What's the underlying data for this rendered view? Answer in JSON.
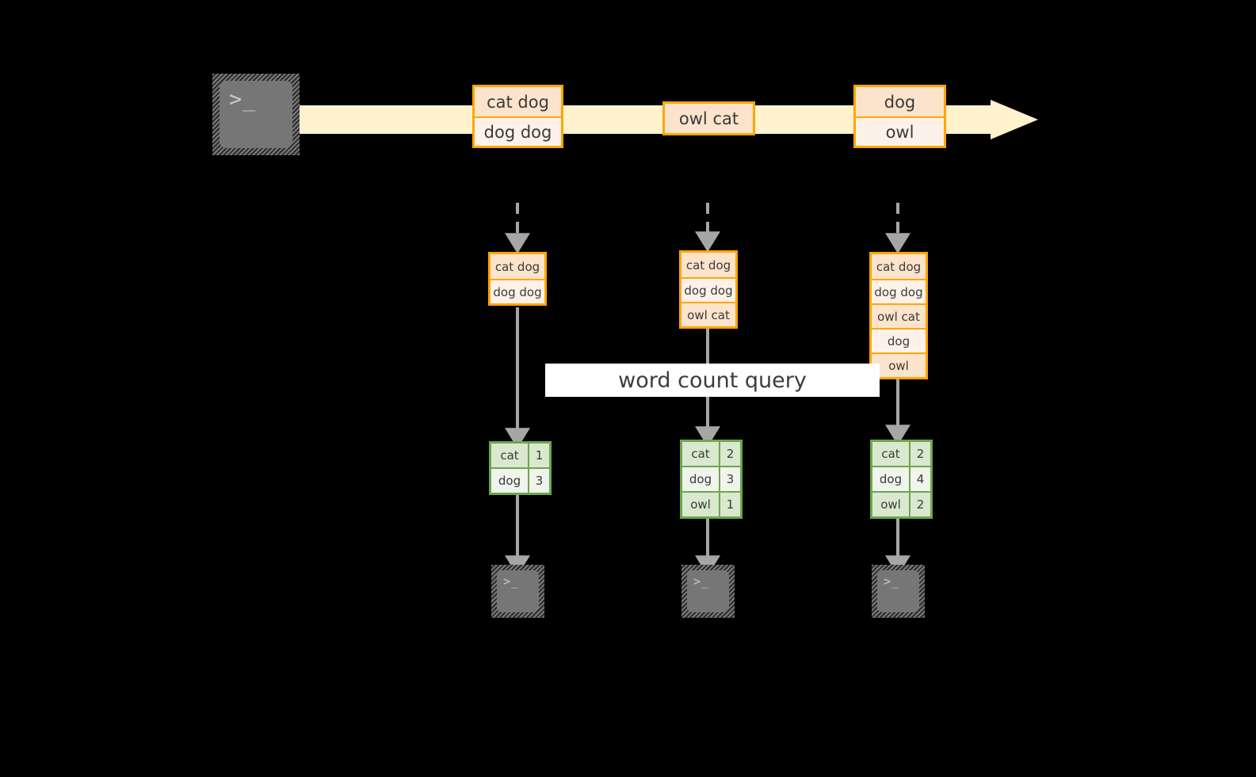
{
  "diagram": {
    "title_label": "word count query",
    "colors": {
      "background": "#000000",
      "stream_fill": "#FFF2CC",
      "record_border": "#FFA600",
      "record_fill_dark": "#FCE3CC",
      "record_fill_light": "#FDF2E9",
      "result_border": "#6EA64C",
      "result_fill_dark": "#D9E8CF",
      "result_fill_light": "#EFF4EC",
      "terminal_body": "#767676",
      "arrow_gray": "#A6A6A6",
      "label_band_fill": "#FFFFFF",
      "text": "#3A3A3A"
    },
    "stream": {
      "icon_name": "terminal-icon",
      "icon_glyph": ">_",
      "arrow_name": "stream-arrow",
      "batches": [
        {
          "rows": [
            "cat dog",
            "dog dog"
          ]
        },
        {
          "rows": [
            "owl cat"
          ]
        },
        {
          "rows": [
            "dog",
            "owl"
          ]
        }
      ]
    },
    "stages": [
      {
        "input_box": {
          "rows": [
            "cat dog",
            "dog dog"
          ]
        },
        "result_table": {
          "rows": [
            {
              "word": "cat",
              "count": "1"
            },
            {
              "word": "dog",
              "count": "3"
            }
          ]
        },
        "output_icon": {
          "icon_name": "terminal-icon",
          "icon_glyph": ">_"
        }
      },
      {
        "input_box": {
          "rows": [
            "cat dog",
            "dog dog",
            "owl cat"
          ]
        },
        "result_table": {
          "rows": [
            {
              "word": "cat",
              "count": "2"
            },
            {
              "word": "dog",
              "count": "3"
            },
            {
              "word": "owl",
              "count": "1"
            }
          ]
        },
        "output_icon": {
          "icon_name": "terminal-icon",
          "icon_glyph": ">_"
        }
      },
      {
        "input_box": {
          "rows": [
            "cat dog",
            "dog dog",
            "owl cat",
            "dog",
            "owl"
          ]
        },
        "result_table": {
          "rows": [
            {
              "word": "cat",
              "count": "2"
            },
            {
              "word": "dog",
              "count": "4"
            },
            {
              "word": "owl",
              "count": "2"
            }
          ]
        },
        "output_icon": {
          "icon_name": "terminal-icon",
          "icon_glyph": ">_"
        }
      }
    ]
  }
}
